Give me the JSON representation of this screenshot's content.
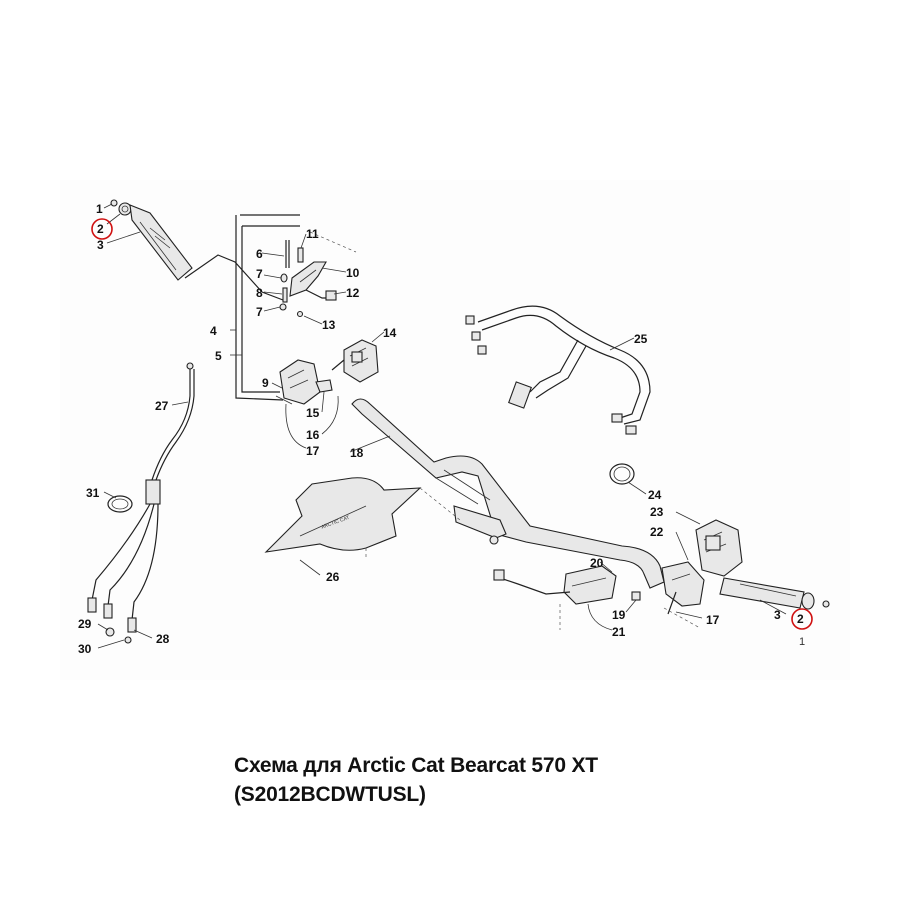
{
  "diagram": {
    "labels": [
      "1",
      "2",
      "3",
      "4",
      "5",
      "6",
      "7",
      "8",
      "7",
      "9",
      "10",
      "11",
      "12",
      "13",
      "14",
      "15",
      "16",
      "17",
      "18",
      "25",
      "27",
      "31",
      "24",
      "23",
      "22",
      "26",
      "20",
      "19",
      "21",
      "17",
      "3",
      "2",
      "1",
      "29",
      "30",
      "28"
    ],
    "decal_text": "ARCTIC CAT",
    "highlight_color": "#d01010"
  },
  "caption": {
    "line1": "Схема для Arctic Cat Bearcat 570 XT",
    "line2": "(S2012BCDWTUSL)"
  }
}
